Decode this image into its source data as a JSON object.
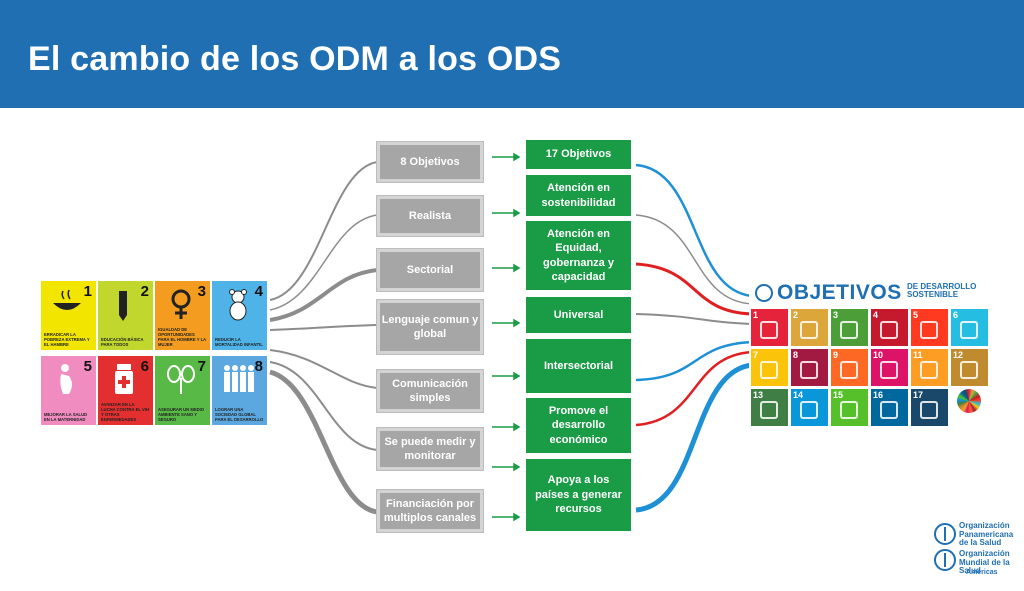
{
  "header": {
    "title": "El cambio de los ODM a los ODS",
    "bg": "#1f6fb2"
  },
  "mdg_tiles": [
    {
      "num": "1",
      "caption": "Erradicar la pobreza extrema y el hambre",
      "color": "#f2e600",
      "icon": "bowl-icon"
    },
    {
      "num": "2",
      "caption": "Educación básica para todos",
      "color": "#c1d72e",
      "icon": "pencil-icon"
    },
    {
      "num": "3",
      "caption": "Igualdad de oportunidades para el hombre y la mujer",
      "color": "#f39c1f",
      "icon": "female-symbol-icon"
    },
    {
      "num": "4",
      "caption": "Reducir la mortalidad infantil",
      "color": "#4fb3e8",
      "icon": "teddy-bear-icon"
    },
    {
      "num": "5",
      "caption": "Mejorar la salud en la maternidad",
      "color": "#f08cc0",
      "icon": "pregnant-woman-icon"
    },
    {
      "num": "6",
      "caption": "Avanzar en la lucha contra el VIH y otras enfermedades",
      "color": "#e32f2f",
      "icon": "medicine-bottle-icon"
    },
    {
      "num": "7",
      "caption": "Asegurar un medio ambiente sano y seguro",
      "color": "#58b947",
      "icon": "leaf-icon"
    },
    {
      "num": "8",
      "caption": "Lograr una sociedad global para el desarrollo",
      "color": "#5aa8df",
      "icon": "people-group-icon"
    }
  ],
  "odm_items": [
    "8 Objetivos",
    "Realista",
    "Sectorial",
    "Lenguaje comun y global",
    "Comunicación simples",
    "Se puede medir y monitorar",
    "Financiación por multiplos canales"
  ],
  "ods_items": [
    "17 Objetivos",
    "Atención en sostenibilidad",
    "Atención en Equidad, gobernanza y capacidad",
    "Universal",
    "Intersectorial",
    "Promove el desarrollo económico",
    "Apoya a los países a generar recursos"
  ],
  "sdg_panel": {
    "title": "OBJETIVOS",
    "subtitle_line1": "DE DESARROLLO",
    "subtitle_line2": "SOSTENIBLE",
    "colors": [
      "#e5243b",
      "#dda63a",
      "#4c9f38",
      "#c5192d",
      "#ff3a21",
      "#26bde2",
      "#fcc30b",
      "#a21942",
      "#fd6925",
      "#dd1367",
      "#fd9d24",
      "#bf8b2e",
      "#3f7e44",
      "#0a97d9",
      "#56c02b",
      "#00689d",
      "#19486a"
    ]
  },
  "logos": {
    "ops_line1": "Organización",
    "ops_line2": "Panamericana",
    "ops_line3": "de la Salud",
    "oms_line1": "Organización",
    "oms_line2": "Mundial de la Salud",
    "oms_region": "Américas"
  },
  "colors": {
    "green": "#1a9b45",
    "gray": "#a6a6a6",
    "blue_line": "#1e90d6",
    "red_line": "#e02020",
    "gray_line": "#888888"
  }
}
